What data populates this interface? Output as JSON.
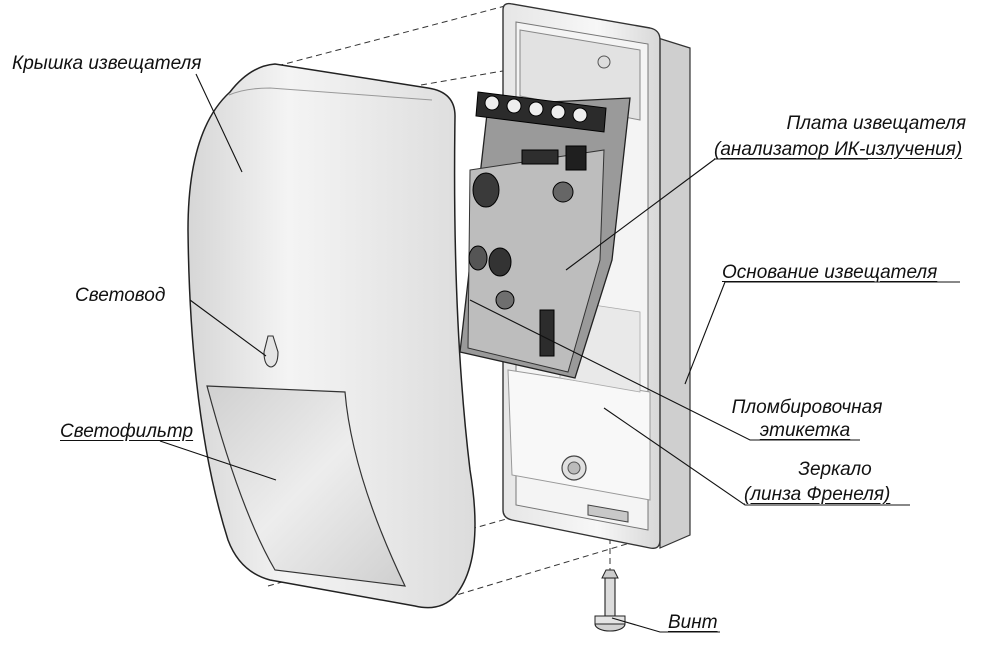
{
  "labels": {
    "cover": "Крышка извещателя",
    "board_line1": "Плата извещателя",
    "board_line2": "(анализатор ИК-излучения)",
    "light_guide": "Световод",
    "base": "Основание извещателя",
    "light_filter": "Светофильтр",
    "seal_line1": "Пломбировочная",
    "seal_line2": "этикетка",
    "mirror_line1": "Зеркало",
    "mirror_line2": "(линза Френеля)",
    "screw": "Винт"
  },
  "colors": {
    "cover_fill": "#ececec",
    "cover_shade": "#bdbdbd",
    "base_fill": "#f2f2f2",
    "pcb_fill": "#8e8e8e",
    "line": "#222222"
  }
}
